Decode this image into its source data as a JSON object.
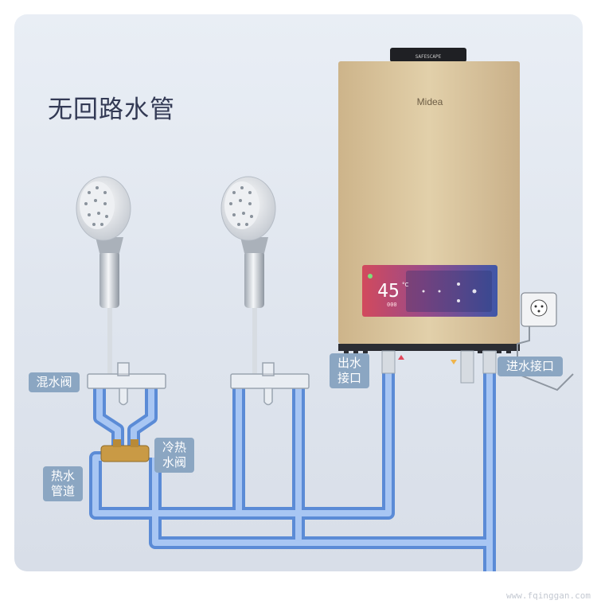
{
  "title": "无回路水管",
  "heater": {
    "brand": "Midea",
    "badge": "SAFESCAPE",
    "display_temp": "45",
    "display_unit": "°C",
    "display_sub": "000",
    "colors": {
      "body": "#dcc79f",
      "panel": "#c8405b",
      "pipe": "#6f9de0"
    }
  },
  "labels": {
    "mixing_valve": "混水阀",
    "hot_pipe": [
      "热水",
      "管道"
    ],
    "cold_hot_valve": [
      "冷热",
      "水阀"
    ],
    "water_outlet": [
      "出水",
      "接口"
    ],
    "water_inlet": "进水接口"
  },
  "watermark": "www.fqinggan.com"
}
